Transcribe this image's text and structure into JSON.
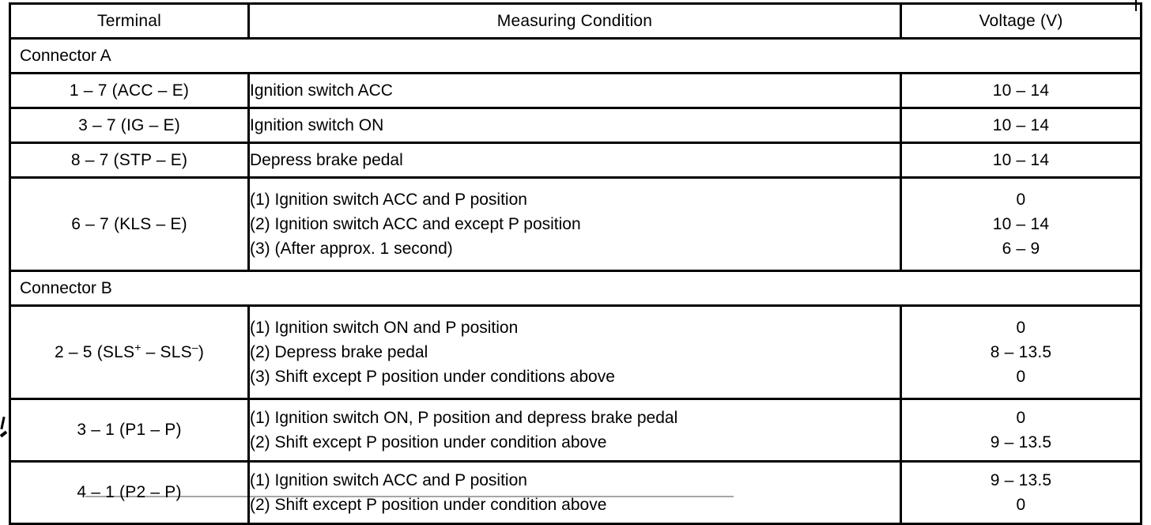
{
  "document": {
    "type": "automotive-service-manual-voltage-table",
    "table": {
      "headers": {
        "terminal": "Terminal",
        "measuring_condition": "Measuring Condition",
        "voltage": "Voltage (V)"
      },
      "sections": [
        {
          "banner": "Connector A",
          "rows": [
            {
              "terminal": "1 – 7 (ACC – E)",
              "conditions": [
                "Ignition switch ACC"
              ],
              "voltages": [
                "10 – 14"
              ]
            },
            {
              "terminal": "3 – 7 (IG – E)",
              "conditions": [
                "Ignition switch ON"
              ],
              "voltages": [
                "10 – 14"
              ]
            },
            {
              "terminal": "8 – 7 (STP – E)",
              "conditions": [
                "Depress brake pedal"
              ],
              "voltages": [
                "10 – 14"
              ]
            },
            {
              "terminal": "6 – 7 (KLS – E)",
              "conditions": [
                "(1) Ignition switch ACC and P position",
                "(2) Ignition switch ACC and except P position",
                "(3) (After approx. 1 second)"
              ],
              "voltages": [
                "0",
                "10 – 14",
                "6 – 9"
              ]
            }
          ]
        },
        {
          "banner": "Connector B",
          "rows": [
            {
              "terminal_prefix": "2 – 5 (SLS",
              "terminal_sup1": "+",
              "terminal_mid": " – SLS",
              "terminal_sup2": "–",
              "terminal_suffix": ")",
              "conditions": [
                "(1) Ignition switch ON and P position",
                "(2) Depress brake pedal",
                "(3) Shift except P position under conditions above"
              ],
              "voltages": [
                "0",
                "8 – 13.5",
                "0"
              ]
            },
            {
              "terminal": "3 – 1 (P1 – P)",
              "conditions": [
                "(1) Ignition switch ON, P position and depress brake pedal",
                "(2) Shift except P position under condition above"
              ],
              "voltages": [
                "0",
                "9 – 13.5"
              ]
            },
            {
              "terminal": "4 – 1 (P2 – P)",
              "conditions": [
                "(1) Ignition switch ACC and P position",
                "(2) Shift except P position under condition above"
              ],
              "voltages": [
                "9 – 13.5",
                "0"
              ]
            }
          ]
        }
      ]
    },
    "colors": {
      "ink": "#000000",
      "paper": "#ffffff"
    }
  }
}
